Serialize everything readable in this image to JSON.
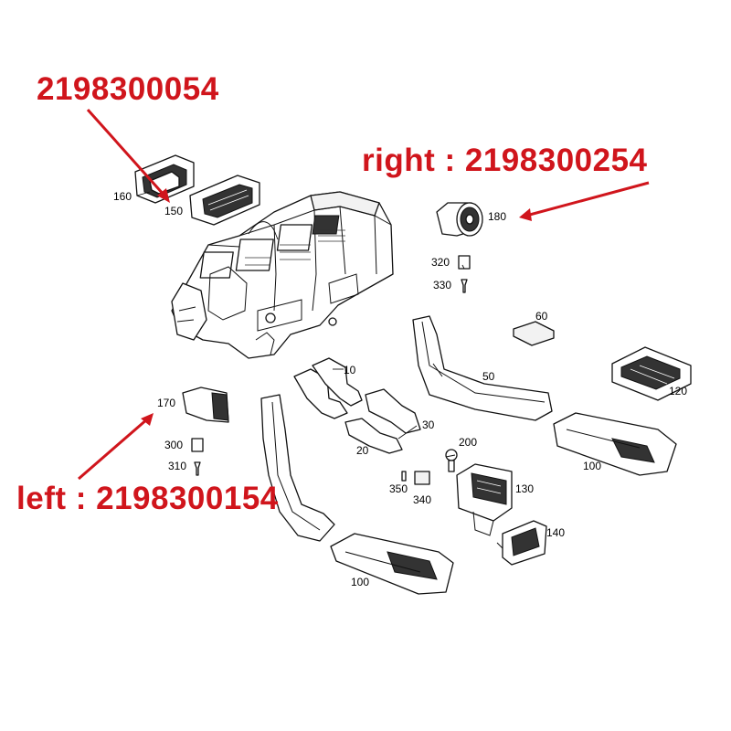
{
  "callouts": {
    "top": {
      "text": "2198300054"
    },
    "right": {
      "text": "right : 2198300254"
    },
    "left": {
      "text": "left : 2198300154"
    }
  },
  "parts": {
    "p10": "10",
    "p20": "20",
    "p30": "30",
    "p50": "50",
    "p60": "60",
    "p100a": "100",
    "p100b": "100",
    "p120": "120",
    "p130": "130",
    "p140": "140",
    "p150": "150",
    "p160": "160",
    "p170": "170",
    "p180": "180",
    "p200": "200",
    "p300": "300",
    "p310": "310",
    "p320": "320",
    "p330": "330",
    "p340": "340",
    "p350": "350"
  },
  "colors": {
    "callout": "#d0151c",
    "line": "#111111"
  }
}
